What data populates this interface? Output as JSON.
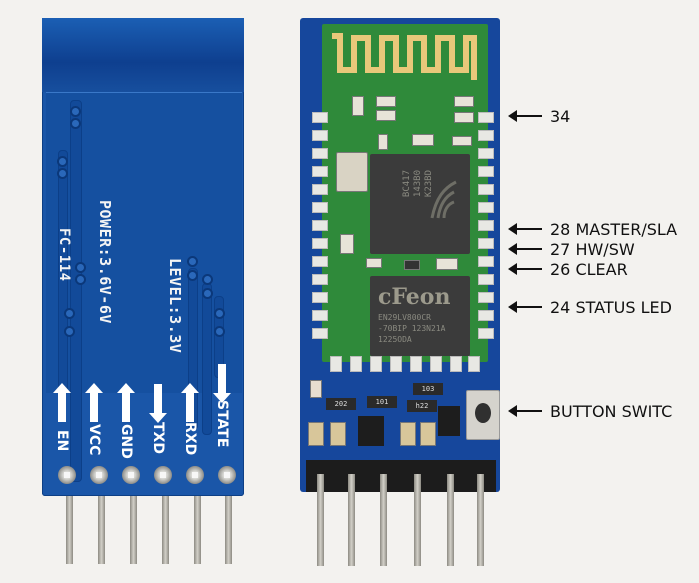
{
  "back_board": {
    "model": "FC-114",
    "power_spec": "POWER:3.6V-6V",
    "level_spec": "LEVEL:3.3V",
    "pins": [
      {
        "label": "EN",
        "direction": "up"
      },
      {
        "label": "VCC",
        "direction": "up"
      },
      {
        "label": "GND",
        "direction": "up"
      },
      {
        "label": "TXD",
        "direction": "down"
      },
      {
        "label": "RXD",
        "direction": "up"
      },
      {
        "label": "STATE",
        "direction": "down"
      }
    ],
    "color": "#1a56a8"
  },
  "front_board": {
    "bt_chip_text": [
      "BC417",
      "143B0",
      "K23BD"
    ],
    "flash_chip_brand": "cFeon",
    "flash_chip_text": [
      "EN29LV800CR",
      "-70BIP 123N21A",
      "1225ODA"
    ],
    "resistor_codes": [
      "202",
      "101",
      "103",
      "h22"
    ],
    "module_color": "#2f8a3a",
    "board_color": "#16479c"
  },
  "annotations": [
    {
      "pin": "34",
      "label": "34"
    },
    {
      "pin": "28",
      "label": "28 MASTER/SLA"
    },
    {
      "pin": "27",
      "label": "27 HW/SW"
    },
    {
      "pin": "26",
      "label": "26 CLEAR"
    },
    {
      "pin": "24",
      "label": "24 STATUS LED"
    },
    {
      "pin": "button",
      "label": "BUTTON SWITC"
    }
  ]
}
